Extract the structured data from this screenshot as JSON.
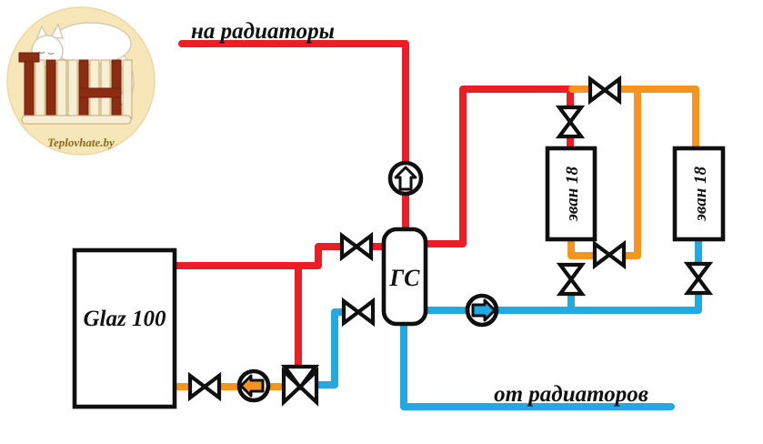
{
  "labels": {
    "to_radiators": "на радиаторы",
    "from_radiators": "от радиаторов",
    "main_boiler": "Glaz 100",
    "hydraulic_separator": "ГС",
    "electric_boiler_left": "эван 18",
    "electric_boiler_right": "эван 18"
  },
  "logo": {
    "text": "Teplovhate.by"
  },
  "colors": {
    "supply_red": "#ee1c25",
    "secondary_orange": "#f7941e",
    "return_blue": "#24a8e0",
    "logo_bg": "#f7e6b8",
    "logo_bar_dark": "#8a2d12",
    "logo_bar_light": "#f6eed6",
    "logo_text": "#8a6a1d"
  },
  "equipment": {
    "pumps": [
      {
        "name": "pump-supply",
        "arrow_direction": "up"
      },
      {
        "name": "pump-secondary-circuit",
        "arrow_direction": "right"
      },
      {
        "name": "pump-boiler-return",
        "arrow_direction": "left"
      }
    ],
    "valves": {
      "two_way_count": 8,
      "three_way_count": 1
    }
  }
}
